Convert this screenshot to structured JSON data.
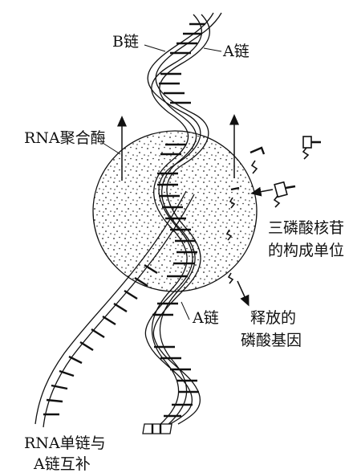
{
  "labels": {
    "b_chain": "B链",
    "a_chain_top": "A链",
    "rna_polymerase": "RNA聚合酶",
    "ntp_line1": "三磷酸核苷",
    "ntp_line2": "的构成单位",
    "a_chain_mid": "A链",
    "released_line1": "释放的",
    "released_line2": "磷酸基因",
    "rna_line1": "RNA单链与",
    "rna_line2": "A链互补"
  }
}
